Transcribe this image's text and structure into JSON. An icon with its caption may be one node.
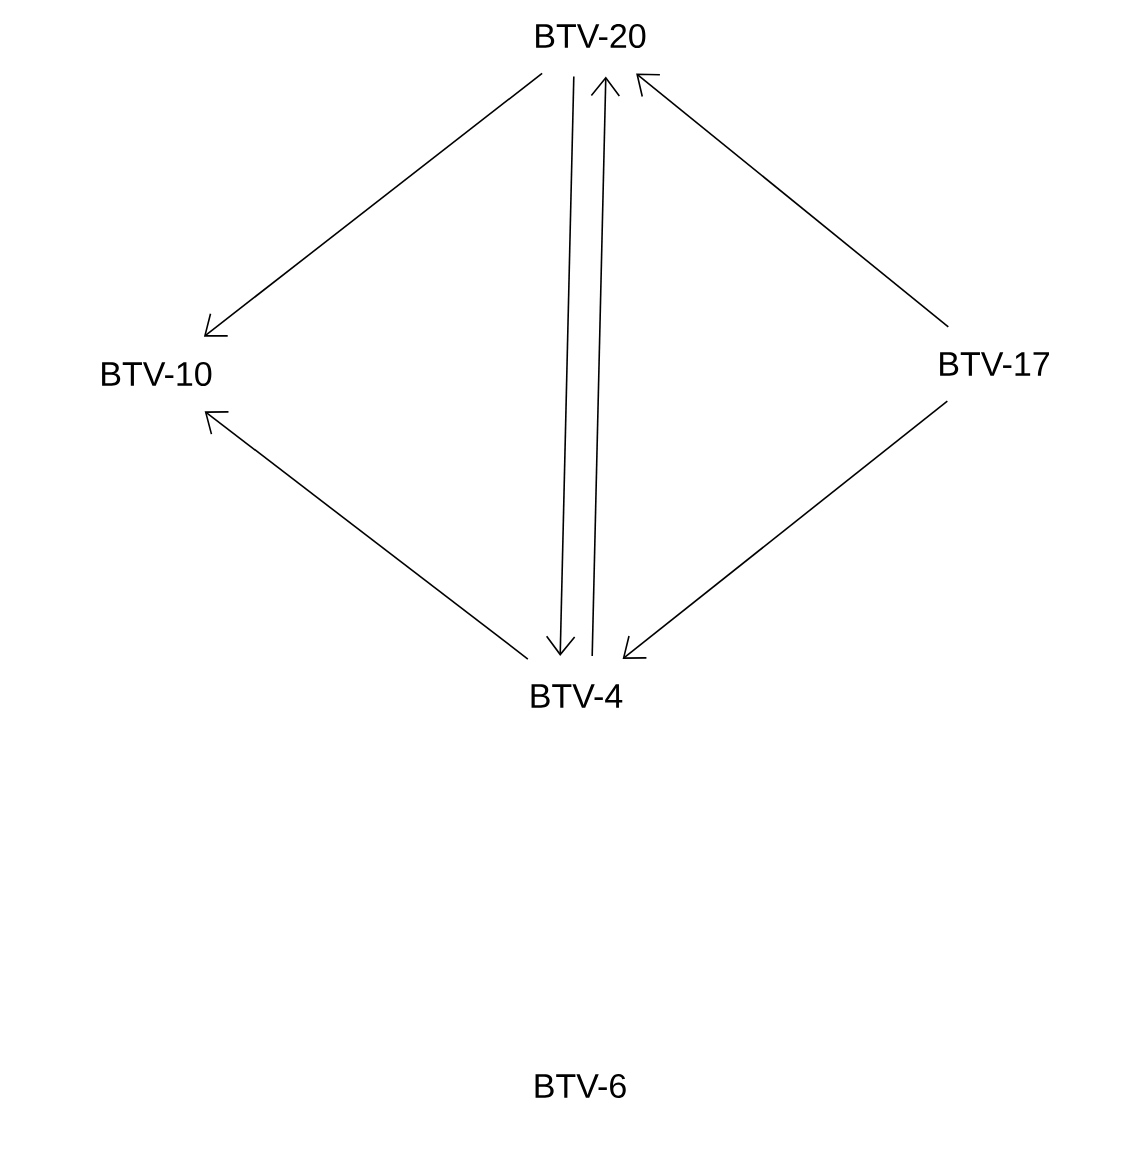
{
  "diagram": {
    "nodes": [
      {
        "text": [
          "BTV-20"
        ]
      },
      {
        "text": [
          "BTV-10"
        ]
      },
      {
        "text": [
          "BTV-17"
        ]
      },
      {
        "text": [
          "BTV-4"
        ]
      },
      {
        "text": [
          "BTV-6"
        ]
      }
    ],
    "edges": [
      {
        "from": 0,
        "to": 1,
        "arrow": "to"
      },
      {
        "from": 0,
        "to": 3,
        "arrow": "to"
      },
      {
        "from": 3,
        "to": 0,
        "arrow": "to"
      },
      {
        "from": 2,
        "to": 0,
        "arrow": "to"
      },
      {
        "from": 2,
        "to": 3,
        "arrow": "to"
      },
      {
        "from": 3,
        "to": 1,
        "arrow": "to"
      }
    ]
  }
}
